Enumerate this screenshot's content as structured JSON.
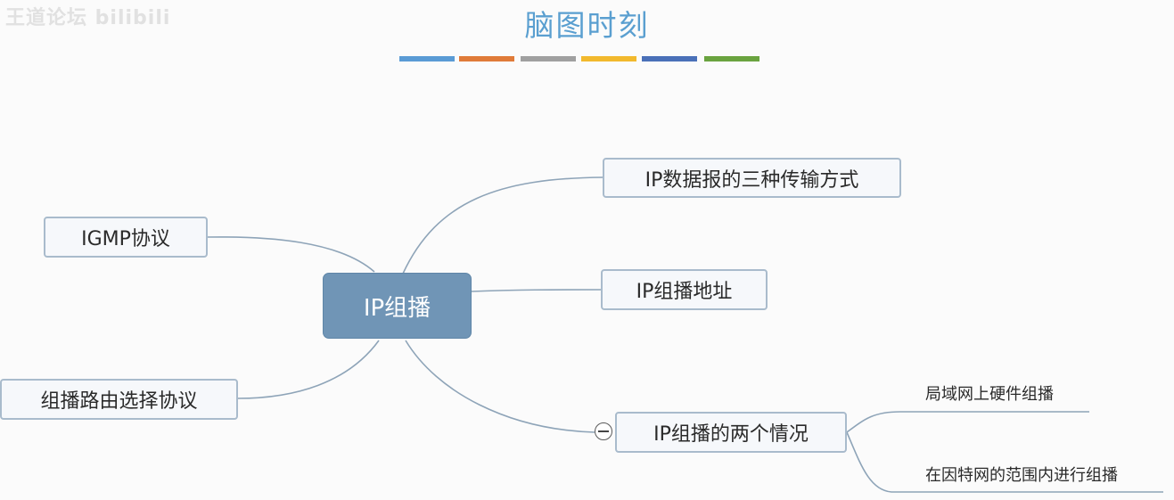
{
  "watermark": "王道论坛 bilibili",
  "title": "脑图时刻",
  "color_bars": [
    "#5a9bd5",
    "#e07b39",
    "#a0a0a0",
    "#f2b92d",
    "#4a70b8",
    "#6aa33f"
  ],
  "center": {
    "label": "IP组播"
  },
  "nodes": {
    "transmission": "IP数据报的三种传输方式",
    "igmp": "IGMP协议",
    "address": "IP组播地址",
    "routing": "组播路由选择协议",
    "cases": "IP组播的两个情况"
  },
  "leaves": {
    "lan": "局域网上硬件组播",
    "internet": "在因特网的范围内进行组播"
  }
}
